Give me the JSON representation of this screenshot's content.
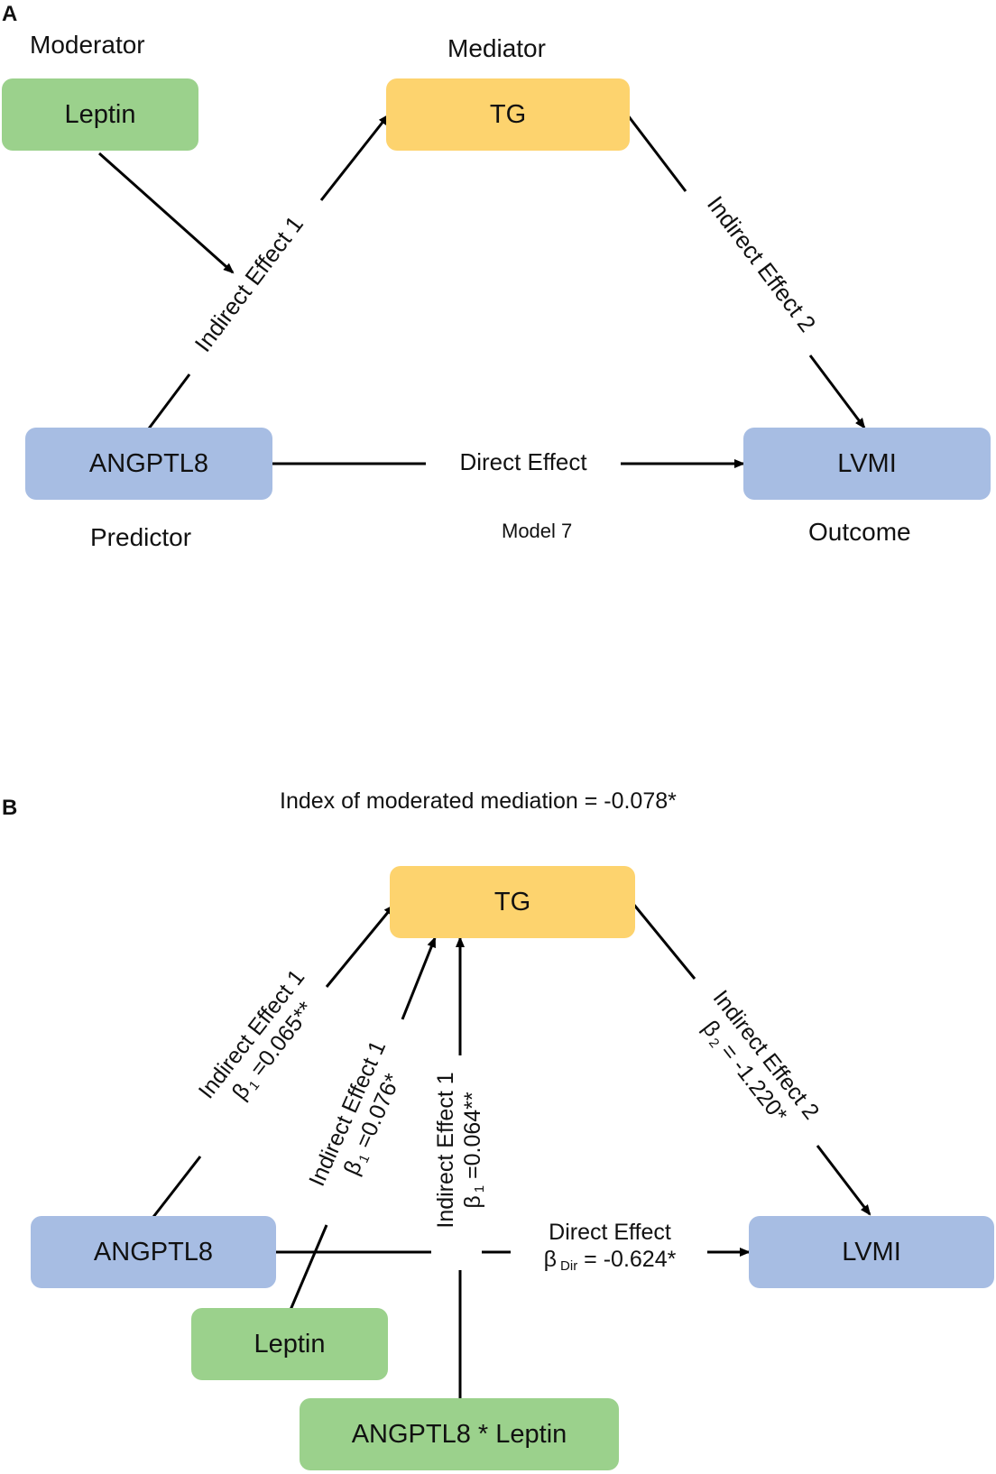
{
  "panel_a": {
    "letter": "A",
    "moderator_caption": "Moderator",
    "mediator_caption": "Mediator",
    "predictor_caption": "Predictor",
    "outcome_caption": "Outcome",
    "model_caption": "Model 7",
    "nodes": {
      "moderator": "Leptin",
      "mediator": "TG",
      "predictor": "ANGPTL8",
      "outcome": "LVMI"
    },
    "edges": {
      "indirect1": "Indirect Effect 1",
      "indirect2": "Indirect Effect 2",
      "direct": "Direct Effect"
    }
  },
  "panel_b": {
    "letter": "B",
    "index_caption": "Index of moderated mediation = -0.078*",
    "nodes": {
      "mediator": "TG",
      "predictor": "ANGPTL8",
      "outcome": "LVMI",
      "moderator": "Leptin",
      "interaction": "ANGPTL8 * Leptin"
    },
    "edges": {
      "predictor_to_mediator": {
        "label": "Indirect Effect 1",
        "beta_symbol": "β",
        "beta_sub": "1",
        "beta_value": " =0.065**"
      },
      "moderator_to_mediator": {
        "label": "Indirect Effect 1",
        "beta_symbol": "β",
        "beta_sub": "1",
        "beta_value": " =0.076*"
      },
      "interaction_to_mediator": {
        "label": "Indirect Effect 1",
        "beta_symbol": "β",
        "beta_sub": "1",
        "beta_value": " =0.064**"
      },
      "mediator_to_outcome": {
        "label": "Indirect Effect 2",
        "beta_symbol": "β",
        "beta_sub": "2",
        "beta_value": " = -1.220*"
      },
      "direct": {
        "label": "Direct Effect",
        "beta_symbol": "β",
        "beta_sub": "Dir",
        "beta_value": " =  -0.624*"
      }
    }
  },
  "colors": {
    "moderator": "#9bd18c",
    "mediator": "#fdd36e",
    "predictor_outcome": "#a7bde3",
    "line": "#000000"
  }
}
